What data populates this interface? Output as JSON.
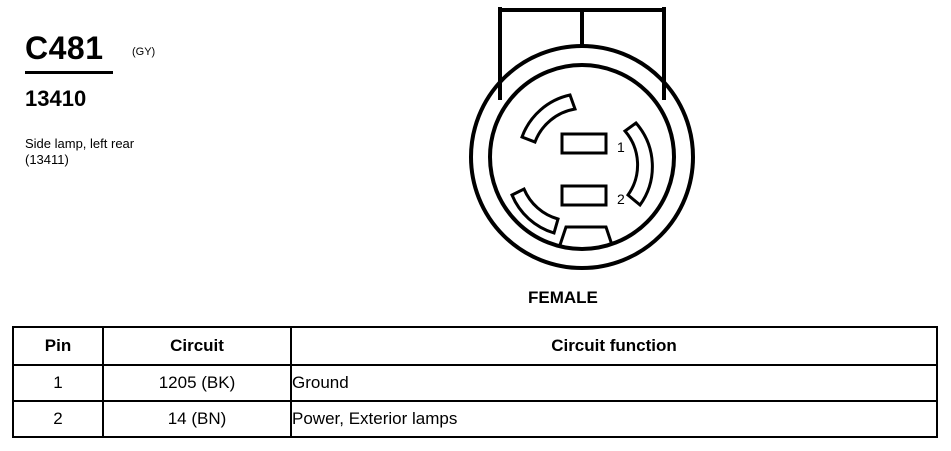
{
  "connector": {
    "id": "C481",
    "color_code": "(GY)",
    "part_number": "13410",
    "description_lines": [
      "Side lamp, left rear",
      "(13411)"
    ]
  },
  "diagram": {
    "pin_labels": [
      "1",
      "2"
    ],
    "gender": "FEMALE"
  },
  "table": {
    "headers": {
      "pin": "Pin",
      "circuit": "Circuit",
      "function": "Circuit function"
    },
    "rows": [
      {
        "pin": "1",
        "circuit": "1205 (BK)",
        "function": "Ground"
      },
      {
        "pin": "2",
        "circuit": "14 (BN)",
        "function": "Power, Exterior lamps"
      }
    ]
  }
}
